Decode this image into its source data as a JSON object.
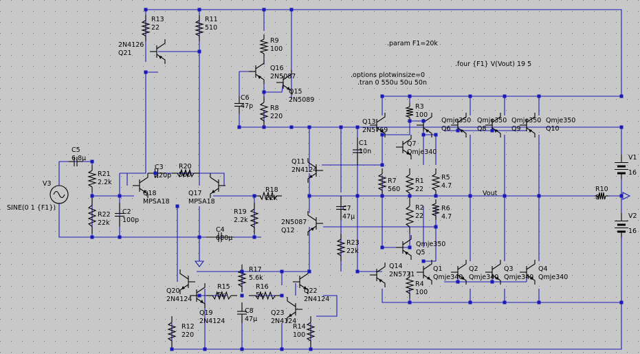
{
  "directives": {
    "param": ".param F1=20k",
    "four": ".four {F1} V(Vout) 19 5",
    "options": ".options plotwinsize=0",
    "tran": ".tran 0 550u 50u 50n"
  },
  "net_labels": {
    "vout": "Vout"
  },
  "source_v3": {
    "name": "V3",
    "value": "SINE(0 1 {F1})"
  },
  "components": {
    "R13": {
      "name": "R13",
      "value": "22"
    },
    "R11": {
      "name": "R11",
      "value": "510"
    },
    "R9": {
      "name": "R9",
      "value": "100"
    },
    "R8": {
      "name": "R8",
      "value": "220"
    },
    "R3": {
      "name": "R3",
      "value": "100"
    },
    "R21": {
      "name": "R21",
      "value": "2.2k"
    },
    "R22": {
      "name": "R22",
      "value": "22k"
    },
    "R20": {
      "name": "R20",
      "value": "560"
    },
    "R18": {
      "name": "R18",
      "value": "22k"
    },
    "R19": {
      "name": "R19",
      "value": "2.2k"
    },
    "R7": {
      "name": "R7",
      "value": "560"
    },
    "R1": {
      "name": "R1",
      "value": "22"
    },
    "R2": {
      "name": "R2",
      "value": "22"
    },
    "R5": {
      "name": "R5",
      "value": "4.7"
    },
    "R6": {
      "name": "R6",
      "value": "4.7"
    },
    "R23": {
      "name": "R23",
      "value": "22k"
    },
    "R17": {
      "name": "R17",
      "value": "5.6k"
    },
    "R15": {
      "name": "R15",
      "value": "5k"
    },
    "R16": {
      "name": "R16",
      "value": "5k"
    },
    "R12": {
      "name": "R12",
      "value": "220"
    },
    "R14": {
      "name": "R14",
      "value": "100"
    },
    "R4": {
      "name": "R4",
      "value": "100"
    },
    "R10": {
      "name": "R10",
      "value": "8"
    },
    "C5": {
      "name": "C5",
      "value": "6.8µ"
    },
    "C3": {
      "name": "C3",
      "value": "220p"
    },
    "C2": {
      "name": "C2",
      "value": "100p"
    },
    "C4": {
      "name": "C4",
      "value": "680µ"
    },
    "C6": {
      "name": "C6",
      "value": "47p"
    },
    "C1": {
      "name": "C1",
      "value": "10n"
    },
    "C7": {
      "name": "C7",
      "value": "47µ"
    },
    "C8": {
      "name": "C8",
      "value": "47µ"
    },
    "V1": {
      "name": "V1",
      "value": "16"
    },
    "V2": {
      "name": "V2",
      "value": "16"
    },
    "Q21": {
      "name": "Q21",
      "model": "2N4126"
    },
    "Q16": {
      "name": "Q16",
      "model": "2N5087"
    },
    "Q15": {
      "name": "Q15",
      "model": "2N5089"
    },
    "Q18": {
      "name": "Q18",
      "model": "MPSA18"
    },
    "Q17": {
      "name": "Q17",
      "model": "MPSA18"
    },
    "Q11": {
      "name": "Q11",
      "model": "2N4124"
    },
    "Q12": {
      "name": "Q12",
      "model": "2N5087"
    },
    "Q13": {
      "name": "Q13",
      "model": "2N5769"
    },
    "Q7": {
      "name": "Q7",
      "model": "Qmje340"
    },
    "Q5": {
      "name": "Q5",
      "model": "Qmje350"
    },
    "Q14": {
      "name": "Q14",
      "model": "2N5771"
    },
    "Q6": {
      "name": "Q6",
      "model": "Qmje350"
    },
    "Q8": {
      "name": "Q8",
      "model": "Qmje350"
    },
    "Q9": {
      "name": "Q9",
      "model": "Qmje350"
    },
    "Q10": {
      "name": "Q10",
      "model": "Qmje350"
    },
    "Q1": {
      "name": "Q1",
      "model": "Qmje340"
    },
    "Q2": {
      "name": "Q2",
      "model": "Qmje340"
    },
    "Q3": {
      "name": "Q3",
      "model": "Qmje340"
    },
    "Q4": {
      "name": "Q4",
      "model": "Qmje340"
    },
    "Q20": {
      "name": "Q20",
      "model": "2N4124"
    },
    "Q19": {
      "name": "Q19",
      "model": "2N4124"
    },
    "Q22": {
      "name": "Q22",
      "model": "2N4124"
    },
    "Q23": {
      "name": "Q23",
      "model": "2N4124"
    }
  },
  "colors": {
    "background": "#c8c8c8",
    "wire": "#1a1ab8",
    "component": "#000000",
    "grid": "#7a7a7a"
  }
}
